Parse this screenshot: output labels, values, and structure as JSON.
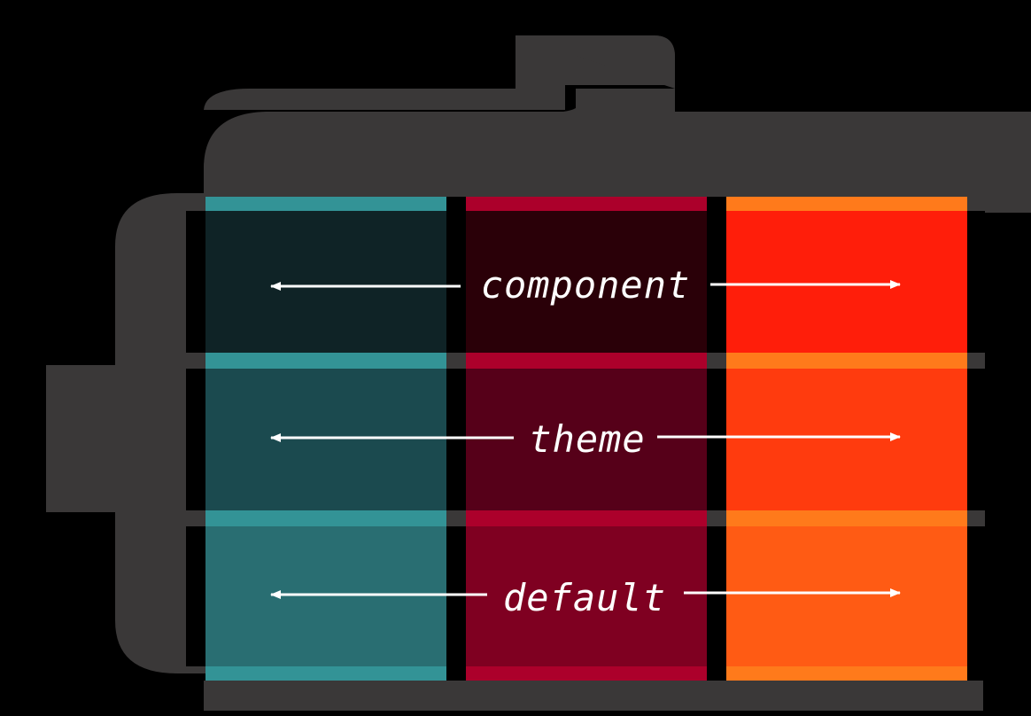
{
  "layers": [
    {
      "label": "component"
    },
    {
      "label": "theme"
    },
    {
      "label": "default"
    }
  ],
  "colors": {
    "background": "#000000",
    "frame": "#3a3838",
    "teal": [
      "#0f2326",
      "#1b4a4f",
      "#296e72"
    ],
    "teal_cap": "#339396",
    "crimson": [
      "#2a0008",
      "#560019",
      "#7f0021"
    ],
    "crimson_cap": "#ac002b",
    "orange": [
      "#ff1e0a",
      "#ff3b0e",
      "#ff5b14"
    ],
    "orange_cap": "#ff7a1b",
    "arrow": "#ffffff"
  }
}
